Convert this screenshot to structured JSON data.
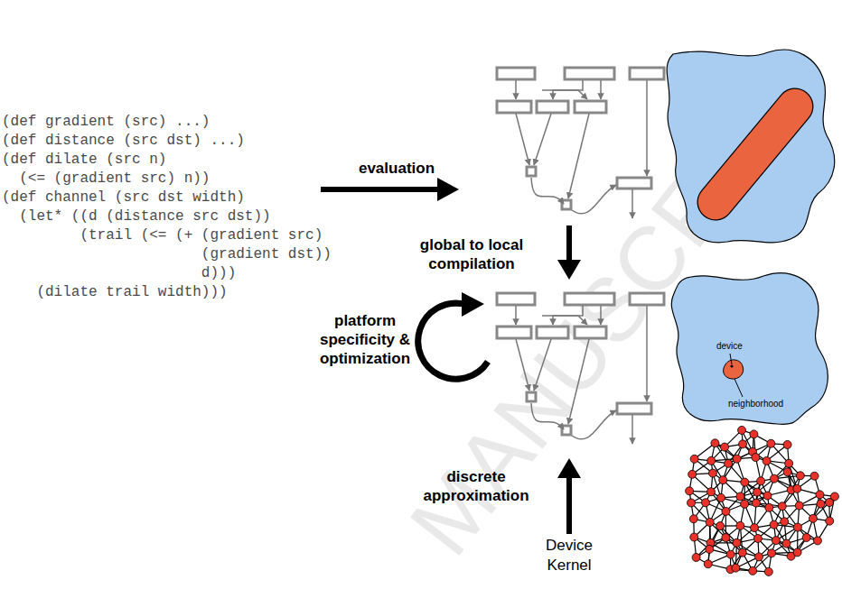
{
  "diagram": {
    "labels": [
      "(def gradient (src) ...)",
      "(def distance (src dst) ...)",
      "(def dilate (src n)",
      "  (<= (gradient src) n))",
      "(def channel (src dst width)",
      "  (let* ((d (distance src dst))",
      "         (trail (<= (+ (gradient src)",
      "                       (gradient dst))",
      "                       d)))",
      "    (dilate trail width)))",
      "evaluation",
      "global to local compilation",
      "platform specificity & optimization",
      "discrete approximation",
      "Device Kernel",
      "device",
      "neighborhood",
      "MANUSCRIPT"
    ]
  }
}
